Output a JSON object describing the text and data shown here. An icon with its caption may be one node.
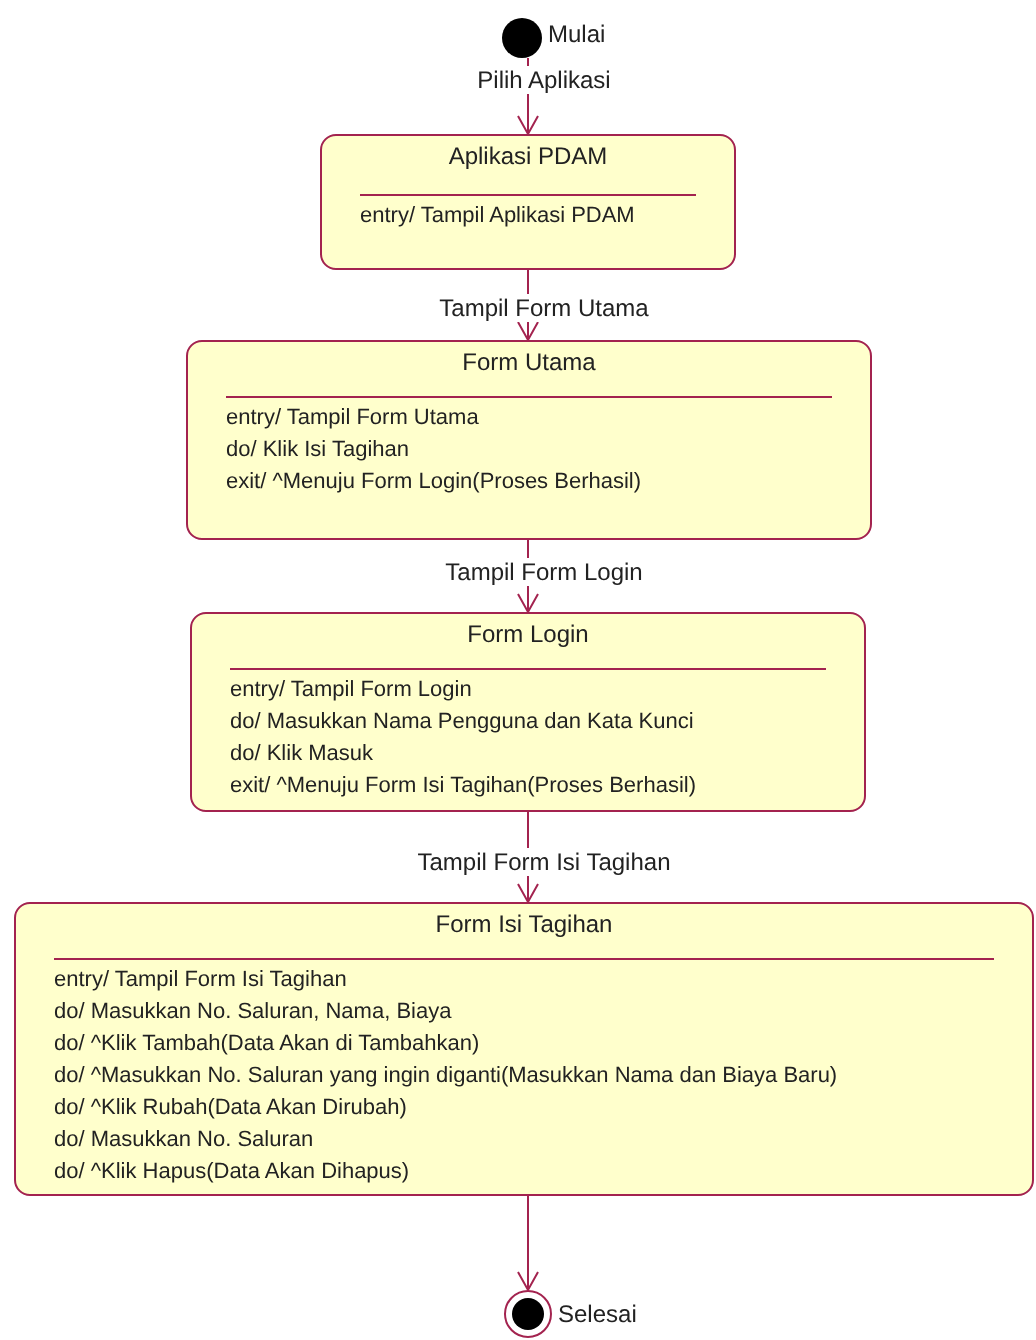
{
  "diagram": {
    "nodes": [
      {
        "text": [],
        "shape": "circle",
        "beside": [
          "Mulai"
        ]
      },
      {
        "text": [
          "Aplikasi PDAM",
          "entry/ Tampil Aplikasi PDAM"
        ]
      },
      {
        "text": [
          "Form Utama",
          "entry/ Tampil Form Utama",
          "do/ Klik Isi Tagihan",
          "exit/ ^Menuju Form Login(Proses Berhasil)"
        ]
      },
      {
        "text": [
          "Form Login",
          "entry/ Tampil Form Login",
          "do/ Masukkan Nama Pengguna dan Kata Kunci",
          "do/ Klik Masuk",
          "exit/ ^Menuju Form Isi Tagihan(Proses Berhasil)"
        ]
      },
      {
        "text": [
          "Form Isi Tagihan",
          "entry/ Tampil Form Isi Tagihan",
          "do/ Masukkan No. Saluran, Nama, Biaya",
          "do/ ^Klik Tambah(Data Akan di Tambahkan)",
          "do/ ^Masukkan No. Saluran yang ingin diganti(Masukkan Nama dan Biaya Baru)",
          "do/ ^Klik Rubah(Data Akan Dirubah)",
          "do/ Masukkan No. Saluran",
          "do/ ^Klik Hapus(Data Akan Dihapus)"
        ]
      },
      {
        "text": [],
        "shape": "circle",
        "beside": [
          "Selesai"
        ]
      }
    ],
    "edges": [
      {
        "from": 0,
        "to": 1,
        "arrow": "to",
        "label": "Pilih Aplikasi"
      },
      {
        "from": 1,
        "to": 2,
        "arrow": "to",
        "label": "Tampil Form Utama"
      },
      {
        "from": 2,
        "to": 3,
        "arrow": "to",
        "label": "Tampil Form Login"
      },
      {
        "from": 3,
        "to": 4,
        "arrow": "to",
        "label": "Tampil Form Isi Tagihan"
      },
      {
        "from": 4,
        "to": 5,
        "arrow": "to"
      }
    ]
  }
}
